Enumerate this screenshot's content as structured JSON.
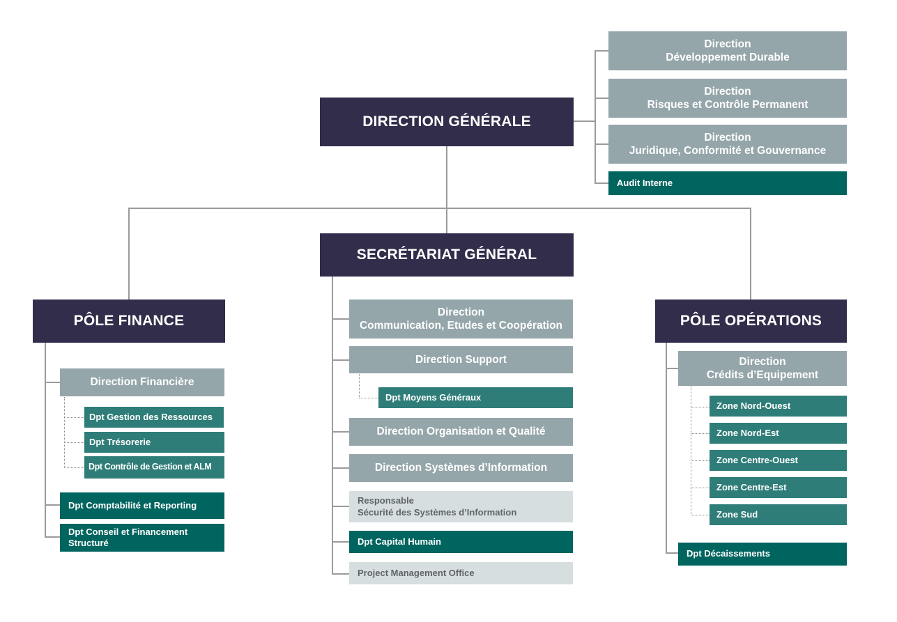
{
  "top": {
    "direction_generale": "DIRECTION GÉNÉRALE",
    "secretariat_general": "SECRÉTARIAT GÉNÉRAL",
    "pole_finance": "PÔLE FINANCE",
    "pole_operations": "PÔLE OPÉRATIONS"
  },
  "dg_units": {
    "dev_durable": [
      "Direction",
      "Développement Durable"
    ],
    "risques": [
      "Direction",
      "Risques et Contrôle Permanent"
    ],
    "juridique": [
      "Direction",
      "Juridique, Conformité et Gouvernance"
    ],
    "audit": "Audit Interne"
  },
  "finance": {
    "direction_financiere": "Direction Financière",
    "gestion_ressources": "Dpt Gestion des Ressources",
    "tresorerie": "Dpt Trésorerie",
    "controle_gestion": "Dpt Contrôle de Gestion et ALM",
    "comptabilite": "Dpt Comptabilité et Reporting",
    "conseil": [
      "Dpt Conseil et Financement",
      "Structuré"
    ]
  },
  "secretariat": {
    "communication": [
      "Direction",
      "Communication, Etudes et Coopération"
    ],
    "support": "Direction Support",
    "moyens_generaux": "Dpt Moyens Généraux",
    "organisation": "Direction Organisation et Qualité",
    "systemes_info": "Direction Systèmes d’Information",
    "securite": [
      "Responsable",
      "Sécurité des Systèmes d’Information"
    ],
    "capital_humain": "Dpt Capital Humain",
    "pmo": "Project Management Office"
  },
  "operations": {
    "credits": [
      "Direction",
      "Crédits d’Equipement"
    ],
    "nord_ouest": "Zone Nord-Ouest",
    "nord_est": "Zone Nord-Est",
    "centre_ouest": "Zone Centre-Ouest",
    "centre_est": "Zone Centre-Est",
    "sud": "Zone Sud",
    "decaissements": "Dpt Décaissements"
  }
}
